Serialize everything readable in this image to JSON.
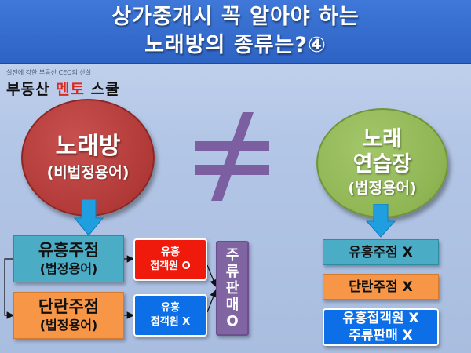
{
  "title": {
    "line1": "상가중개시 꼭 알아야 하는",
    "line2": "노래방의 종류는?④"
  },
  "brand": {
    "subtitle": "실전에 강한 부동산 CEO의 산실",
    "prefix": "부동산 ",
    "accent": "멘토",
    "suffix": " 스쿨",
    "accent_color": "#e0261d"
  },
  "left_circle": {
    "main": "노래방",
    "sub": "(비법정용어)",
    "color": "#b13a38"
  },
  "right_circle": {
    "main1": "노래",
    "main2": "연습장",
    "sub": "(법정용어)",
    "color": "#8fb554"
  },
  "not_equal_symbol": "≠",
  "left_boxes": [
    {
      "line1": "유흥주점",
      "line2": "(법정용어)",
      "color": "#4bacc6"
    },
    {
      "line1": "단란주점",
      "line2": "(법정용어)",
      "color": "#f79646"
    }
  ],
  "employee_boxes": [
    {
      "line1": "유흥",
      "line2": "접객원 O",
      "color": "#f01a0c"
    },
    {
      "line1": "유흥",
      "line2": "접객원 X",
      "color": "#0d6fe8"
    }
  ],
  "liquor_box": {
    "chars": [
      "주",
      "류",
      "판",
      "매",
      "O"
    ],
    "color": "#8164a2"
  },
  "right_boxes": [
    {
      "label": "유흥주점 X",
      "color": "#4bacc6"
    },
    {
      "label": "단란주점 X",
      "color": "#f79646"
    },
    {
      "line1": "유흥접객원 X",
      "line2": "주류판매 X",
      "color": "#0d6fe8"
    }
  ],
  "colors": {
    "title_bar": "#2d63c4",
    "arrow": "#1f9fe0",
    "background": "#b3c6e6"
  }
}
